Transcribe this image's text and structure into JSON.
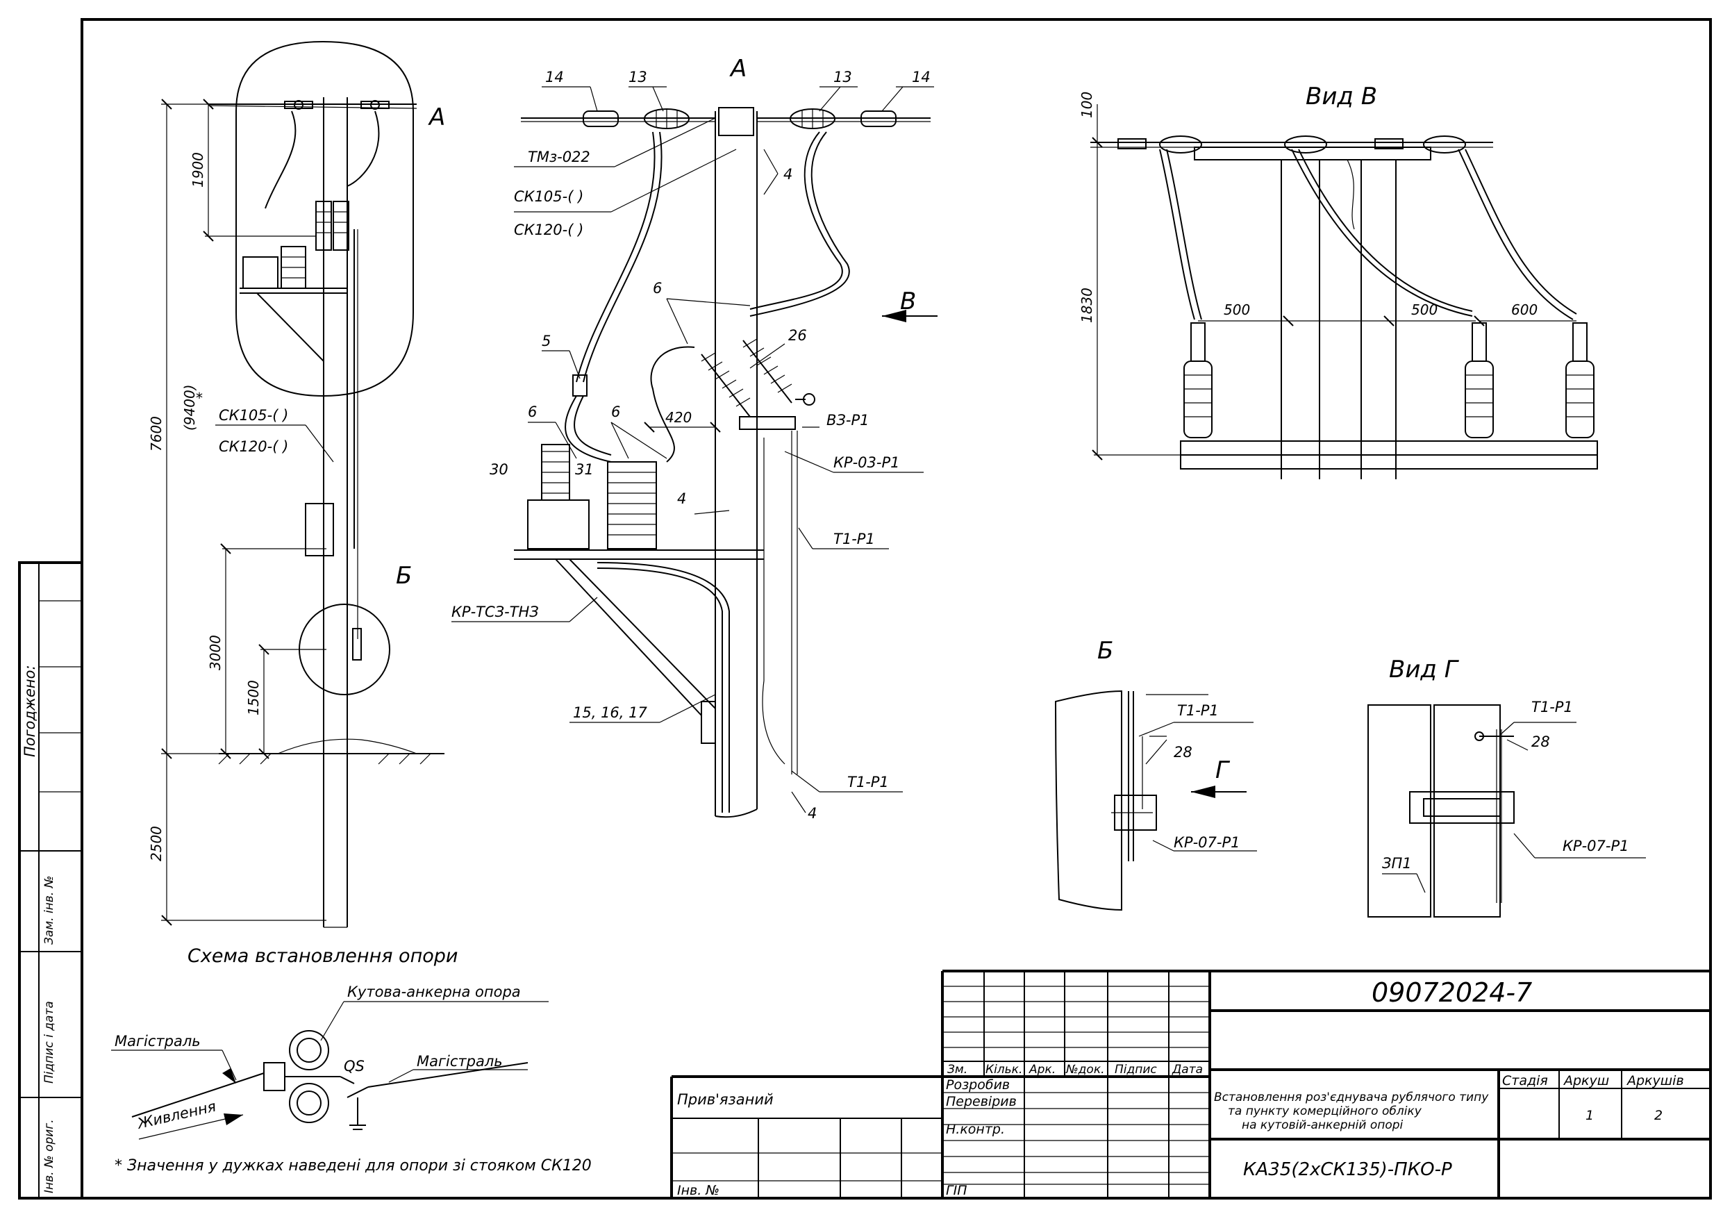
{
  "pole_scheme": {
    "caption": "Схема встановлення опори",
    "callout_a": "A",
    "callout_b": "Б",
    "dims": {
      "top": "1900",
      "total": "7600",
      "total_alt": "(9400)",
      "star": "*",
      "d3000": "3000",
      "d1500": "1500",
      "d2500": "2500"
    },
    "labels": {
      "ck105": "СК105-(   )",
      "ck120": "СК120-(   )"
    }
  },
  "detail_a": {
    "title": "A",
    "view_arrow": "B",
    "dim_420": "420",
    "labels": {
      "n14a": "14",
      "n13a": "13",
      "n13b": "13",
      "n14b": "14",
      "tmz": "ТМз-022",
      "ck105": "СК105-(   )",
      "ck120": "СК120-(   )",
      "n4a": "4",
      "n6a": "6",
      "n26": "26",
      "n5": "5",
      "n6b": "6",
      "n6c": "6",
      "n30": "30",
      "n31": "31",
      "n4b": "4",
      "vz": "ВЗ-Р1",
      "kr03": "КР-03-Р1",
      "t1a": "Т1-Р1",
      "krtsz": "КР-ТСЗ-ТНЗ",
      "n151617": "15,  16,  17",
      "t1b": "Т1-Р1",
      "n4c": "4"
    }
  },
  "view_b": {
    "title": "Вид В",
    "dims": {
      "d100": "100",
      "d1830": "1830",
      "d500a": "500",
      "d500b": "500",
      "d600": "600"
    }
  },
  "detail_b": {
    "title": "Б",
    "arrow": "Г",
    "labels": {
      "t1": "Т1-Р1",
      "n28": "28",
      "kr07": "КР-07-Р1"
    }
  },
  "view_g": {
    "title": "Вид Г",
    "labels": {
      "t1": "Т1-Р1",
      "n28": "28",
      "kr07": "КР-07-Р1",
      "zp1": "ЗП1"
    }
  },
  "single_line": {
    "pole_label": "Кутова-анкерна опора",
    "main_left": "Магістраль",
    "main_right": "Магістраль",
    "qs": "QS",
    "feed": "Живлення"
  },
  "footnote": "* Значення у дужках наведені для опори зі стояком СК120",
  "left_strip": {
    "agreed": "Погоджено:",
    "zam": "Зам. інв. №",
    "sign": "Підпис і дата",
    "inv": "Інв. № ориг."
  },
  "title_block": {
    "doc_number": "09072024-7",
    "col_headers": [
      "Зм.",
      "Кільк.",
      "Арк.",
      "№док.",
      "Підпис",
      "Дата"
    ],
    "roles": [
      "Розробив",
      "Перевірив",
      "Н.контр.",
      "ГІП"
    ],
    "bound": "Прив'язаний",
    "inv_no": "Інв. №",
    "description": [
      "Встановлення роз'єднувача рублячого типу",
      "та пункту комерційного обліку",
      "на кутовій-анкерній опорі"
    ],
    "stage_label": "Стадія",
    "sheet_label": "Аркуш",
    "sheets_label": "Аркушів",
    "stage": "",
    "sheet": "1",
    "sheets": "2",
    "code": "КА35(2хСК135)-ПКО-Р"
  }
}
